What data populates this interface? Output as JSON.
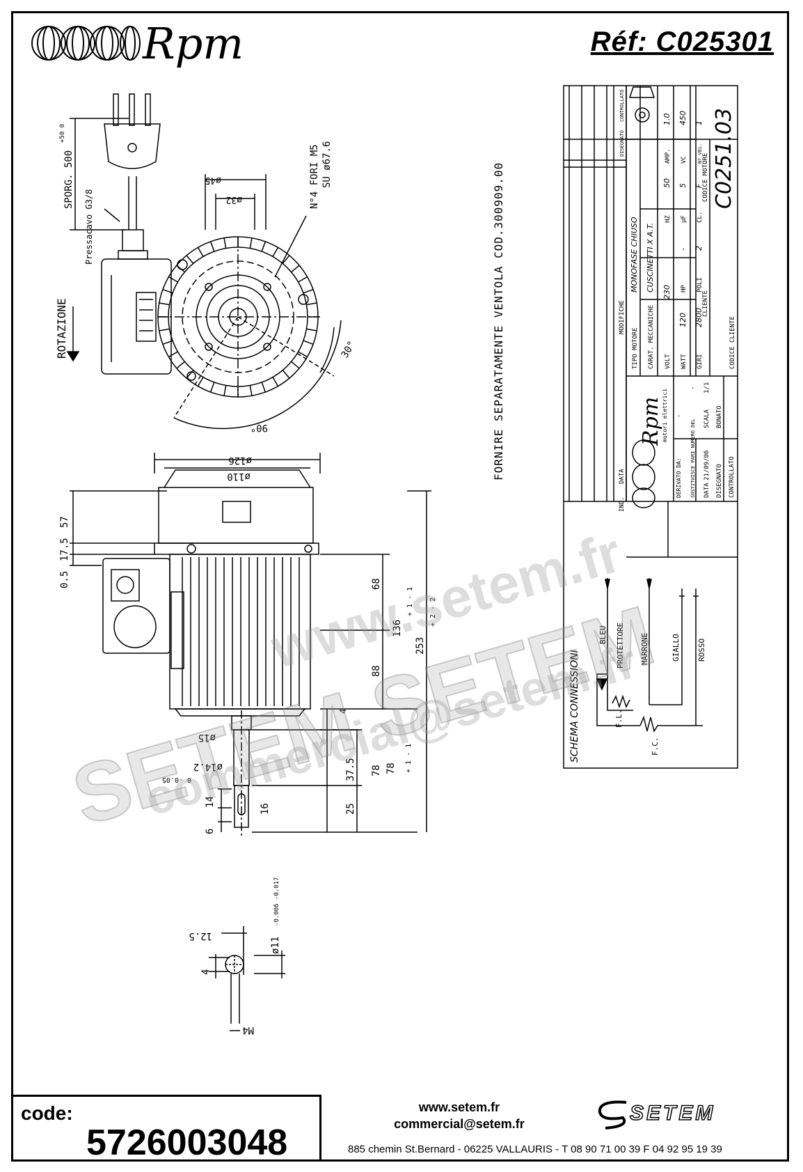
{
  "header": {
    "brand": "Rpm",
    "reference": "Réf:  C025301"
  },
  "drawing": {
    "cable_note": "SPORG. 500",
    "cable_tol": "+50 0",
    "gland_note": "Pressacavo G3/8",
    "rotation_note": "ROTAZIONE",
    "holes_note_1": "N°4 FORI M5",
    "holes_note_2": "SU ø67.6",
    "dim_d45": "ø45",
    "dim_d32": "ø32",
    "angle_30": "30°",
    "angle_90": "90°",
    "fan_note": "FORNIRE SEPARATAMENTE VENTOLA COD.300909.00",
    "dim_d126": "ø126",
    "dim_d110": "ø110",
    "dim_57": "57",
    "dim_17_5": "17.5",
    "dim_0_5": "0.5",
    "dim_68": "68",
    "dim_88": "88",
    "dim_136": "136",
    "dim_136_tol": "+ 1  - 1",
    "dim_253": "253",
    "dim_253_tol": "+ 2  - 2",
    "dim_4": "4",
    "dim_d15": "ø15",
    "dim_d14_2": "ø14.2",
    "dim_d14_2_tol": "0 -0.05",
    "dim_37_5": "37.5",
    "dim_78": "78",
    "dim_78_tol": "+ 1  - 1",
    "dim_25": "25",
    "dim_14": "14",
    "dim_16": "16",
    "dim_6": "6",
    "dim_12_5": "12.5",
    "dim_d11": "ø11",
    "dim_d11_tol": "-0.006 -0.017",
    "dim_4b": "4",
    "dim_m4": "M4"
  },
  "title_block": {
    "modifiche": "MODIFICHE",
    "ind": "IND.",
    "data": "DATA",
    "disegnato": "DISEGNATO",
    "controllato": "CONTROLLATO",
    "tipo_motore_label": "TIPO MOTORE",
    "tipo_motore": "MONOFASE CHIUSO",
    "carat_label": "CARAT. MECCANICHE",
    "carat": "CUSCINETTI X A.T.",
    "volt_label": "VOLT",
    "volt": "230",
    "hz_label": "HZ",
    "hz": "50",
    "amp_label": "AMP.",
    "amp": "1.0",
    "watt_label": "WATT",
    "watt": "120",
    "hp_label": "HP",
    "hp": "-",
    "uf_label": "µF",
    "uf": "5",
    "vc_label": "VC",
    "vc": "450",
    "giri_label": "GIRI",
    "giri": "2800",
    "poli_label": "POLI",
    "poli": "2",
    "cl_label": "CL.",
    "cl": "F",
    "nvel_label": "Nº VEL.",
    "nvel": "1",
    "cliente_label": "CLIENTE",
    "codice_motore_label": "CODICE MOTORE",
    "codice_motore": "C0251.03",
    "codice_cliente_label": "CODICE CLIENTE",
    "rpm_brand": "Rpm",
    "rpm_sub": "motori elettrici",
    "derivato_label": "DERIVATO DA:",
    "derivato": "-",
    "sostituisce_label": "SOSTITUISCE PARI NUMERO DEL",
    "sostituisce": "-",
    "data_label": "DATA",
    "data_value": "21/09/06",
    "scala_label": "SCALA",
    "scala": "1/1",
    "disegnato_label": "DISEGNATO",
    "disegnato_value": "BONATO",
    "controllato_label": "CONTROLLATO"
  },
  "schema": {
    "title": "SCHEMA CONNESSIONI",
    "bleu": "BLEU",
    "protettore": "PROTETTORE",
    "marrone": "MARRONE",
    "giallo": "GIALLO",
    "rosso": "ROSSO",
    "fl": "F.L.",
    "fc": "F.C."
  },
  "footer": {
    "code_label": "code:",
    "code_value": "5726003048",
    "website": "www.setem.fr",
    "email": "commercial@setem.fr",
    "address": "885 chemin St.Bernard  -  06225 VALLAURIS  -  T 08 90 71 00 39   F 04 92 95 19 39",
    "brand": "SETEM"
  },
  "watermarks": {
    "wm1": "www.setem.fr",
    "wm2": "SETEM SETEM",
    "wm3": "commercial@setem.fr"
  }
}
